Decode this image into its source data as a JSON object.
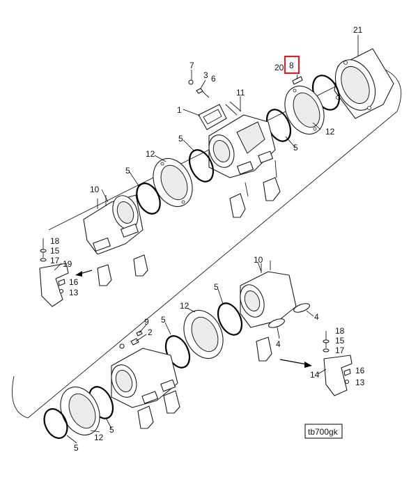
{
  "callouts": {
    "c1": "1",
    "c2": "2",
    "c3": "3",
    "c4a": "4",
    "c4b": "4",
    "c5a": "5",
    "c5b": "5",
    "c5c": "5",
    "c5d": "5",
    "c5e": "5",
    "c5f": "5",
    "c5g": "5",
    "c6": "6",
    "c7": "7",
    "c8": "8",
    "c9": "9",
    "c10a": "10",
    "c10b": "10",
    "c11": "11",
    "c12a": "12",
    "c12b": "12",
    "c12c": "12",
    "c12d": "12",
    "c13a": "13",
    "c13b": "13",
    "c14": "14",
    "c15a": "15",
    "c15b": "15",
    "c16a": "16",
    "c16b": "16",
    "c17a": "17",
    "c17b": "17",
    "c18a": "18",
    "c18b": "18",
    "c19": "19",
    "c20": "20",
    "c21": "21"
  },
  "reference_label": "tb700gk",
  "highlighted_callout": "8",
  "highlight_color": "#d6202a"
}
